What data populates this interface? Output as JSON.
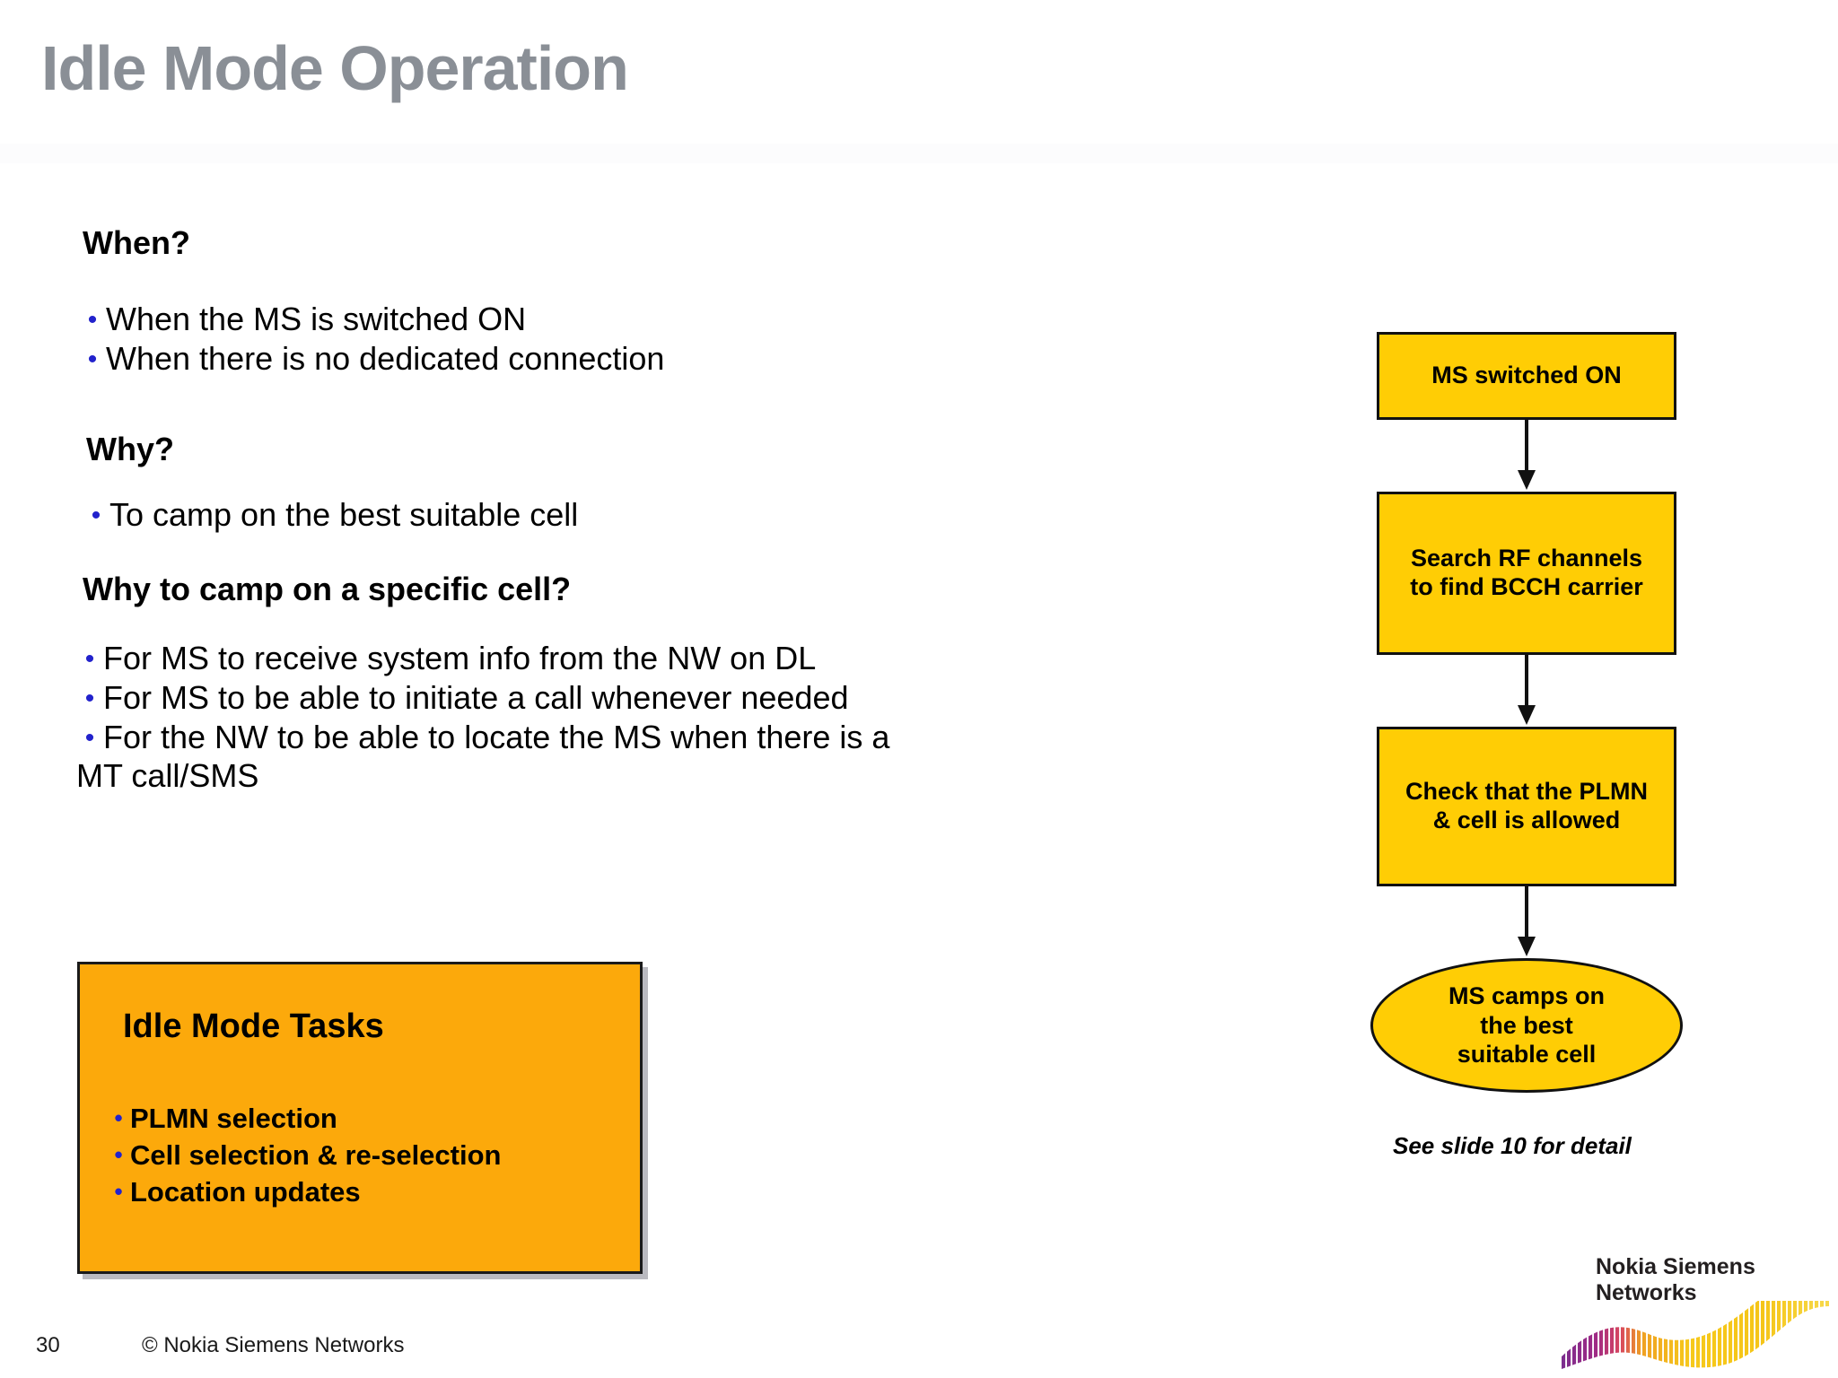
{
  "slide": {
    "title": "Idle Mode Operation",
    "page_number": "30",
    "copyright": "© Nokia Siemens Networks",
    "title_color": "#8a8f96"
  },
  "content": {
    "sections": [
      {
        "heading": "When?",
        "bullets": [
          "When the MS is switched ON",
          "When there is no dedicated connection"
        ],
        "continuation": ""
      },
      {
        "heading": "Why?",
        "bullets": [
          "To camp on the best suitable cell"
        ],
        "continuation": ""
      },
      {
        "heading": "Why to camp on a specific cell?",
        "bullets": [
          "For MS to receive system info from the NW on DL",
          "For MS to be able to initiate a call whenever needed",
          "For the NW to be able to locate the MS when there is a"
        ],
        "continuation": "MT call/SMS"
      }
    ],
    "bullet_glyph": "•",
    "bullet_color": "#2222cc"
  },
  "tasks_box": {
    "title": "Idle Mode Tasks",
    "items": [
      "PLMN selection",
      "Cell selection & re-selection",
      "Location updates"
    ],
    "fill_color": "#FCA90B",
    "border_color": "#1a1a1a",
    "bullet_glyph": "•"
  },
  "flowchart": {
    "fill_color": "#FFCD05",
    "border_color": "#111111",
    "nodes": [
      {
        "shape": "rect",
        "label": "MS switched ON"
      },
      {
        "shape": "rect",
        "label": "Search RF channels\nto find BCCH carrier"
      },
      {
        "shape": "rect",
        "label": "Check that the PLMN\n& cell is allowed"
      },
      {
        "shape": "ellipse",
        "label": "MS camps on\nthe best\nsuitable cell"
      }
    ],
    "note": "See slide 10 for detail"
  },
  "logo": {
    "line1": "Nokia Siemens",
    "line2": "Networks",
    "text": "Nokia Siemens\nNetworks",
    "wave_colors": [
      "#7b2d8e",
      "#b3297f",
      "#e0565c",
      "#f0a21e",
      "#f5c518",
      "#f7d94a"
    ]
  }
}
